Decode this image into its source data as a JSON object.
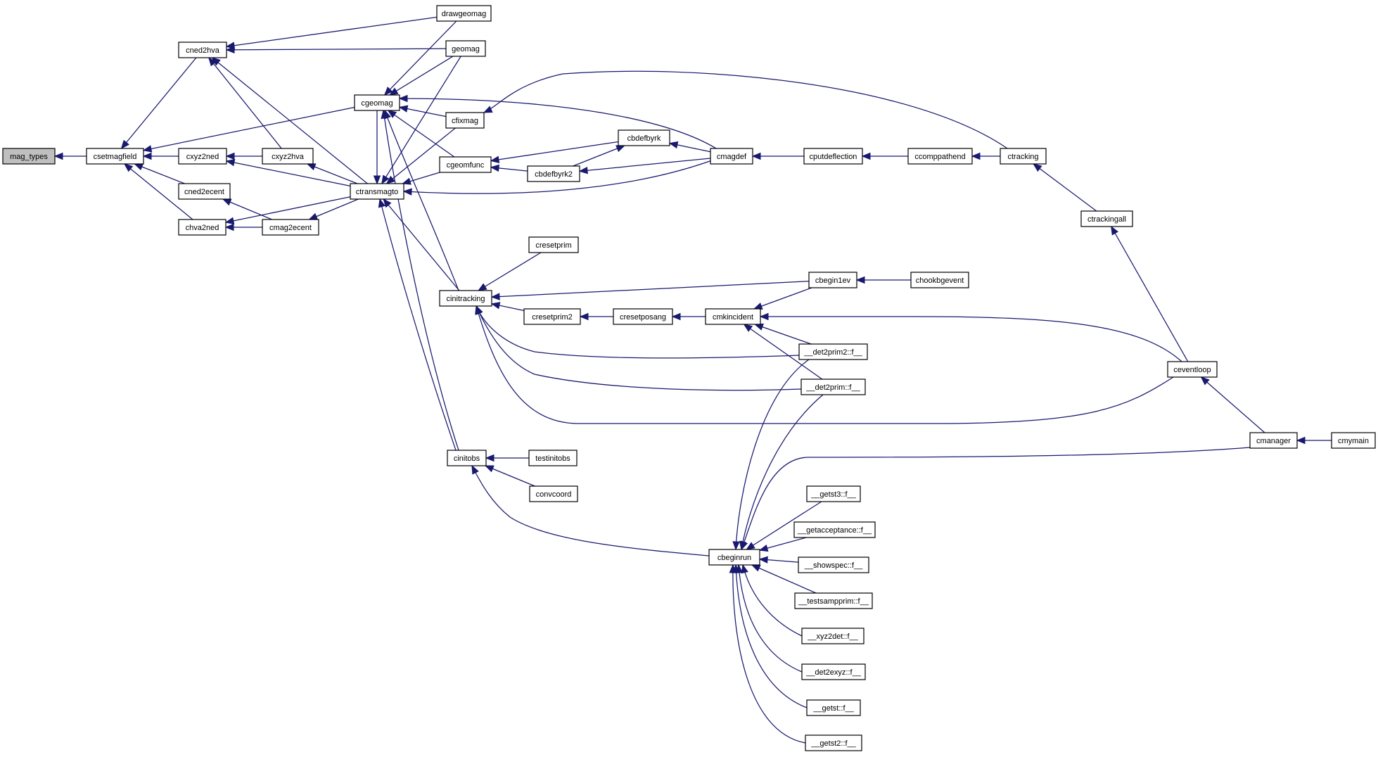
{
  "colors": {
    "edge": "#191970",
    "root_fill": "#bfbfbf",
    "node_fill": "#ffffff",
    "border": "#000000"
  },
  "nodes": [
    {
      "id": "mag_types",
      "label": "mag_types",
      "root": true
    },
    {
      "id": "csetmagfield",
      "label": "csetmagfield"
    },
    {
      "id": "cned2hva",
      "label": "cned2hva"
    },
    {
      "id": "cxyz2ned",
      "label": "cxyz2ned"
    },
    {
      "id": "cned2ecent",
      "label": "cned2ecent"
    },
    {
      "id": "chva2ned",
      "label": "chva2ned"
    },
    {
      "id": "cxyz2hva",
      "label": "cxyz2hva"
    },
    {
      "id": "cmag2ecent",
      "label": "cmag2ecent"
    },
    {
      "id": "ctransmagto",
      "label": "ctransmagto"
    },
    {
      "id": "cgeomag",
      "label": "cgeomag"
    },
    {
      "id": "drawgeomag",
      "label": "drawgeomag"
    },
    {
      "id": "geomag",
      "label": "geomag"
    },
    {
      "id": "cfixmag",
      "label": "cfixmag"
    },
    {
      "id": "cgeomfunc",
      "label": "cgeomfunc"
    },
    {
      "id": "cbdefbyrk",
      "label": "cbdefbyrk"
    },
    {
      "id": "cbdefbyrk2",
      "label": "cbdefbyrk2"
    },
    {
      "id": "cmagdef",
      "label": "cmagdef"
    },
    {
      "id": "cputdeflection",
      "label": "cputdeflection"
    },
    {
      "id": "ccomppathend",
      "label": "ccomppathend"
    },
    {
      "id": "ctracking",
      "label": "ctracking"
    },
    {
      "id": "ctrackingall",
      "label": "ctrackingall"
    },
    {
      "id": "cresetprim",
      "label": "cresetprim"
    },
    {
      "id": "cinitracking",
      "label": "cinitracking"
    },
    {
      "id": "cresetprim2",
      "label": "cresetprim2"
    },
    {
      "id": "cresetposang",
      "label": "cresetposang"
    },
    {
      "id": "cmkincident",
      "label": "cmkincident"
    },
    {
      "id": "cbegin1ev",
      "label": "cbegin1ev"
    },
    {
      "id": "chookbgevent",
      "label": "chookbgevent"
    },
    {
      "id": "det2prim2",
      "label": "__det2prim2::f__"
    },
    {
      "id": "det2prim",
      "label": "__det2prim::f__"
    },
    {
      "id": "ceventloop",
      "label": "ceventloop"
    },
    {
      "id": "cinitobs",
      "label": "cinitobs"
    },
    {
      "id": "testinitobs",
      "label": "testinitobs"
    },
    {
      "id": "convcoord",
      "label": "convcoord"
    },
    {
      "id": "cmanager",
      "label": "cmanager"
    },
    {
      "id": "cmymain",
      "label": "cmymain"
    },
    {
      "id": "cbeginrun",
      "label": "cbeginrun"
    },
    {
      "id": "getst3",
      "label": "__getst3::f__"
    },
    {
      "id": "getacceptance",
      "label": "__getacceptance::f__"
    },
    {
      "id": "showspec",
      "label": "__showspec::f__"
    },
    {
      "id": "testsampprim",
      "label": "__testsampprim::f__"
    },
    {
      "id": "xyz2det",
      "label": "__xyz2det::f__"
    },
    {
      "id": "det2exyz",
      "label": "__det2exyz::f__"
    },
    {
      "id": "getst",
      "label": "__getst::f__"
    },
    {
      "id": "getst2",
      "label": "__getst2::f__"
    }
  ],
  "edges": [
    {
      "from": "csetmagfield",
      "to": "mag_types"
    },
    {
      "from": "cned2hva",
      "to": "csetmagfield"
    },
    {
      "from": "cxyz2ned",
      "to": "csetmagfield"
    },
    {
      "from": "cned2ecent",
      "to": "csetmagfield"
    },
    {
      "from": "chva2ned",
      "to": "csetmagfield"
    },
    {
      "from": "cgeomag",
      "to": "csetmagfield"
    },
    {
      "from": "drawgeomag",
      "to": "cned2hva"
    },
    {
      "from": "geomag",
      "to": "cned2hva"
    },
    {
      "from": "cxyz2hva",
      "to": "cned2hva"
    },
    {
      "from": "ctransmagto",
      "to": "cned2hva"
    },
    {
      "from": "cxyz2hva",
      "to": "cxyz2ned"
    },
    {
      "from": "ctransmagto",
      "to": "cxyz2ned"
    },
    {
      "from": "cmag2ecent",
      "to": "cned2ecent"
    },
    {
      "from": "cmag2ecent",
      "to": "chva2ned"
    },
    {
      "from": "ctransmagto",
      "to": "chva2ned"
    },
    {
      "from": "ctransmagto",
      "to": "cxyz2hva"
    },
    {
      "from": "ctransmagto",
      "to": "cmag2ecent"
    },
    {
      "from": "drawgeomag",
      "to": "cgeomag"
    },
    {
      "from": "geomag",
      "to": "cgeomag"
    },
    {
      "from": "cfixmag",
      "to": "cgeomag"
    },
    {
      "from": "cgeomfunc",
      "to": "cgeomag"
    },
    {
      "from": "cmagdef",
      "to": "cgeomag"
    },
    {
      "from": "cinitracking",
      "to": "cgeomag"
    },
    {
      "from": "cinitobs",
      "to": "cgeomag"
    },
    {
      "from": "ctracking",
      "to": "cfixmag"
    },
    {
      "from": "cbdefbyrk",
      "to": "cgeomfunc"
    },
    {
      "from": "cbdefbyrk2",
      "to": "cgeomfunc"
    },
    {
      "from": "cmagdef",
      "to": "cbdefbyrk"
    },
    {
      "from": "cbdefbyrk2",
      "to": "cbdefbyrk"
    },
    {
      "from": "cmagdef",
      "to": "cbdefbyrk2"
    },
    {
      "from": "cputdeflection",
      "to": "cmagdef"
    },
    {
      "from": "ccomppathend",
      "to": "cputdeflection"
    },
    {
      "from": "ctracking",
      "to": "ccomppathend"
    },
    {
      "from": "ctrackingall",
      "to": "ctracking"
    },
    {
      "from": "ceventloop",
      "to": "ctrackingall"
    },
    {
      "from": "geomag",
      "to": "ctransmagto"
    },
    {
      "from": "cgeomag",
      "to": "ctransmagto"
    },
    {
      "from": "cfixmag",
      "to": "ctransmagto"
    },
    {
      "from": "cgeomfunc",
      "to": "ctransmagto"
    },
    {
      "from": "cmagdef",
      "to": "ctransmagto"
    },
    {
      "from": "cinitracking",
      "to": "ctransmagto"
    },
    {
      "from": "cinitobs",
      "to": "ctransmagto"
    },
    {
      "from": "cresetprim",
      "to": "cinitracking"
    },
    {
      "from": "cresetprim2",
      "to": "cinitracking"
    },
    {
      "from": "cbegin1ev",
      "to": "cinitracking"
    },
    {
      "from": "det2prim2",
      "to": "cinitracking"
    },
    {
      "from": "det2prim",
      "to": "cinitracking"
    },
    {
      "from": "ceventloop",
      "to": "cinitracking"
    },
    {
      "from": "cresetposang",
      "to": "cresetprim2"
    },
    {
      "from": "cmkincident",
      "to": "cresetposang"
    },
    {
      "from": "cbegin1ev",
      "to": "cmkincident"
    },
    {
      "from": "ceventloop",
      "to": "cmkincident"
    },
    {
      "from": "det2prim2",
      "to": "cmkincident"
    },
    {
      "from": "det2prim",
      "to": "cmkincident"
    },
    {
      "from": "chookbgevent",
      "to": "cbegin1ev"
    },
    {
      "from": "cmanager",
      "to": "ceventloop"
    },
    {
      "from": "cmymain",
      "to": "cmanager"
    },
    {
      "from": "testinitobs",
      "to": "cinitobs"
    },
    {
      "from": "convcoord",
      "to": "cinitobs"
    },
    {
      "from": "cbeginrun",
      "to": "cinitobs"
    },
    {
      "from": "det2prim2",
      "to": "cbeginrun"
    },
    {
      "from": "det2prim",
      "to": "cbeginrun"
    },
    {
      "from": "cmanager",
      "to": "cbeginrun"
    },
    {
      "from": "getst3",
      "to": "cbeginrun"
    },
    {
      "from": "getacceptance",
      "to": "cbeginrun"
    },
    {
      "from": "showspec",
      "to": "cbeginrun"
    },
    {
      "from": "testsampprim",
      "to": "cbeginrun"
    },
    {
      "from": "xyz2det",
      "to": "cbeginrun"
    },
    {
      "from": "det2exyz",
      "to": "cbeginrun"
    },
    {
      "from": "getst",
      "to": "cbeginrun"
    },
    {
      "from": "getst2",
      "to": "cbeginrun"
    }
  ]
}
